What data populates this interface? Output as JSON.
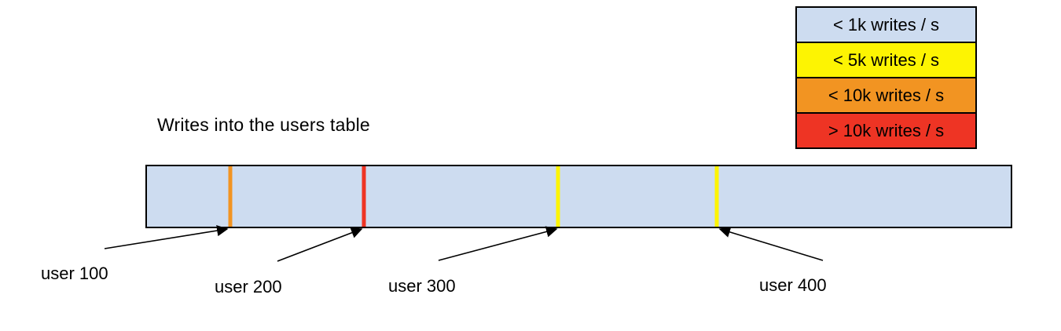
{
  "title": "Writes into the users table",
  "legend": {
    "items": [
      {
        "label": "< 1k writes / s",
        "color": "#cddcf0"
      },
      {
        "label": "< 5k writes / s",
        "color": "#fdf402"
      },
      {
        "label": "< 10k writes / s",
        "color": "#f29422"
      },
      {
        "label": "> 10k writes / s",
        "color": "#ee3424"
      }
    ]
  },
  "table_bar": {
    "fill": "#cddcf0",
    "border_color": "#000000",
    "markers": [
      {
        "user": "user 100",
        "write_rate": "< 10k writes / s",
        "color": "#f29422",
        "position_pct": "9.6%"
      },
      {
        "user": "user 200",
        "write_rate": "> 10k writes / s",
        "color": "#ee3424",
        "position_pct": "25.1%"
      },
      {
        "user": "user 300",
        "write_rate": "< 5k writes / s",
        "color": "#fdf402",
        "position_pct": "47.6%"
      },
      {
        "user": "user 400",
        "write_rate": "< 5k writes / s",
        "color": "#fdf402",
        "position_pct": "66.0%"
      }
    ]
  },
  "user_labels": [
    {
      "text": "user 100"
    },
    {
      "text": "user 200"
    },
    {
      "text": "user 300"
    },
    {
      "text": "user 400"
    }
  ]
}
